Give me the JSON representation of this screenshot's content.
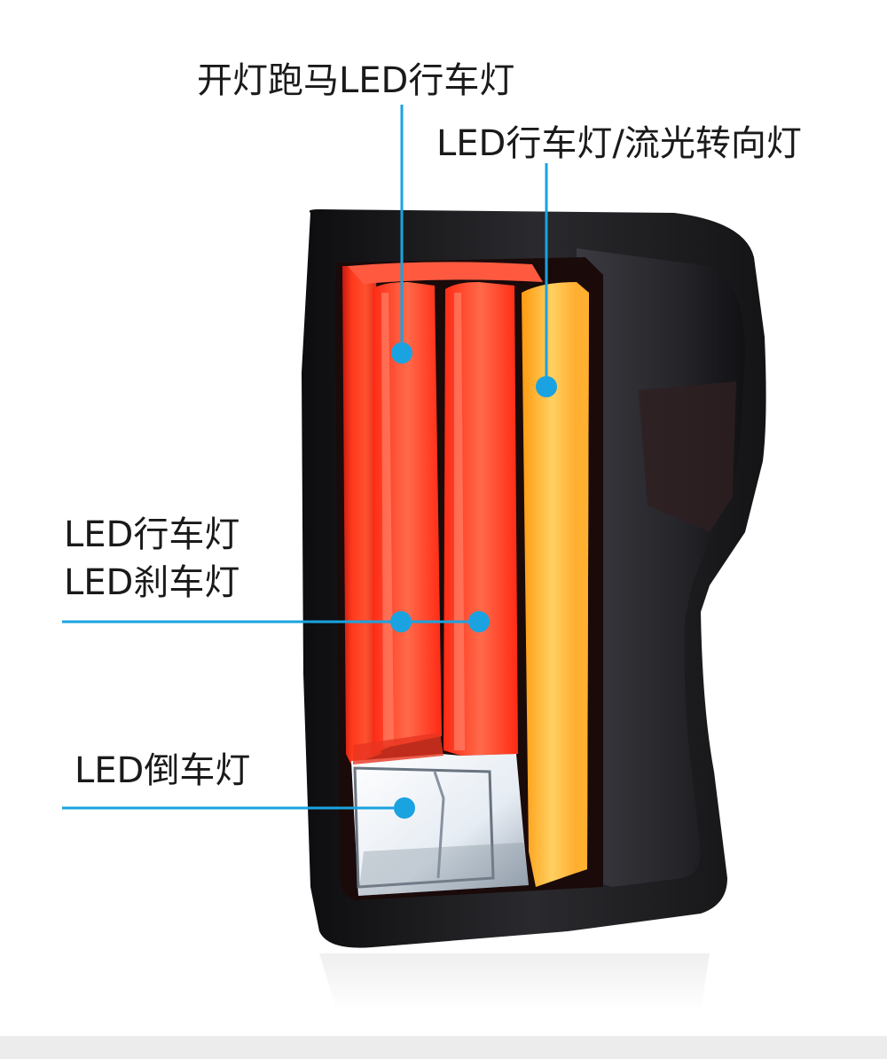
{
  "callouts": {
    "drl_sweep": "开灯跑马LED行车灯",
    "drl_turn": "LED行车灯/流光转向灯",
    "drl_brake_line1": "LED行车灯",
    "drl_brake_line2": "LED刹车灯",
    "reverse": "LED倒车灯"
  },
  "colors": {
    "pointer_blue": "#1aa3e0",
    "housing_dark": "#1c1c1f",
    "red_lens": "#ff3a1f",
    "amber_lens": "#ffb020",
    "reverse_lens": "#eef2f6"
  }
}
